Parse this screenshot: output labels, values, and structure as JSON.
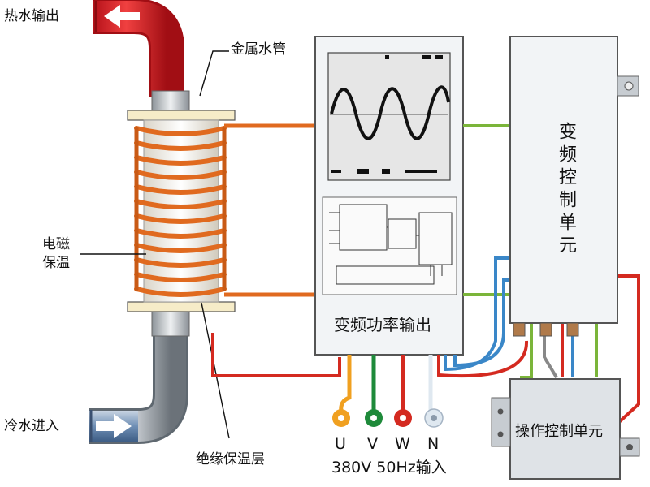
{
  "labels": {
    "hot_water_out": "热水输出",
    "metal_pipe": "金属水管",
    "induction_heating": "电磁\n保温",
    "cold_water_in": "冷水进入",
    "insulation_layer": "绝缘保温层",
    "power_output": "变频功率输出",
    "inverter_control": "变频控制单元",
    "operation_control": "操作控制单元",
    "input_spec": "380V 50Hz输入"
  },
  "terminals": [
    "U",
    "V",
    "W",
    "N"
  ],
  "colors": {
    "hot_pipe": "#e0231f",
    "cold_pipe": "#9aa3ab",
    "coil": "#e06a1f",
    "terminal_u": "#f0a020",
    "terminal_v": "#1e8a3a",
    "terminal_w": "#d42a20",
    "terminal_n": "#dfe8f0"
  }
}
